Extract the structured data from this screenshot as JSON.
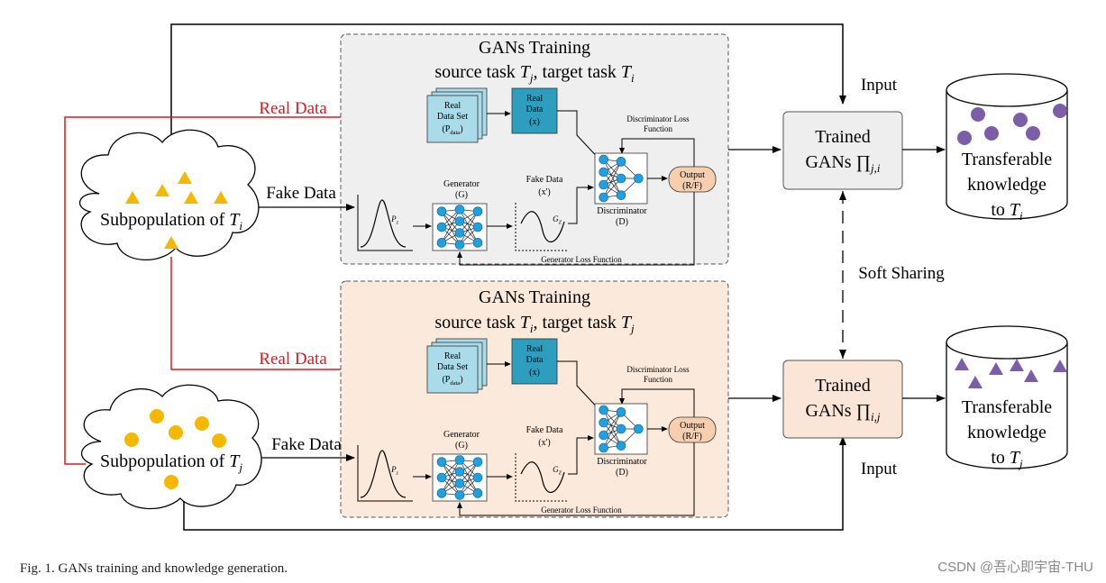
{
  "top_panel": {
    "title": "GANs Training",
    "subtitle_prefix": "source task ",
    "subtitle_src": "T",
    "subtitle_src_sub": "j",
    "subtitle_mid": ", target task ",
    "subtitle_tgt": "T",
    "subtitle_tgt_sub": "i",
    "bg_color": "#efefef"
  },
  "bottom_panel": {
    "title": "GANs Training",
    "subtitle_prefix": "source task ",
    "subtitle_src": "T",
    "subtitle_src_sub": "i",
    "subtitle_mid": ", target task ",
    "subtitle_tgt": "T",
    "subtitle_tgt_sub": "j",
    "bg_color": "#fbe9dc"
  },
  "labels": {
    "real_data": "Real Data",
    "fake_data": "Fake Data",
    "input": "Input",
    "soft_sharing": "Soft Sharing",
    "real_data_set_l1": "Real",
    "real_data_set_l2": "Data Set",
    "real_data_set_l3": "(P",
    "real_data_set_sub": "data",
    "real_data_set_l3_end": ")",
    "real_data_x_l1": "Real",
    "real_data_x_l2": "Data",
    "real_data_x_l3": "(x)",
    "generator": "Generator",
    "generator_g": "(G)",
    "fake_data_x": "Fake Data",
    "fake_data_xp": "(x')",
    "discriminator": "Discriminator",
    "discriminator_d": "(D)",
    "disc_loss_l1": "Discriminator Loss",
    "disc_loss_l2": "Function",
    "gen_loss": "Generator Loss Function",
    "output_l1": "Output",
    "output_l2": "(R/F)",
    "pz": "P",
    "pz_sub": "z",
    "gz": "G",
    "gz_sub": "Z"
  },
  "subpop_i": {
    "prefix": "Subpopulation of ",
    "t": "T",
    "sub": "i"
  },
  "subpop_j": {
    "prefix": "Subpopulation of ",
    "t": "T",
    "sub": "j"
  },
  "trained_top": {
    "l1": "Trained",
    "l2": "GANs ",
    "prod": "∏",
    "sub": "j,i"
  },
  "trained_bottom": {
    "l1": "Trained",
    "l2": "GANs ",
    "prod": "∏",
    "sub": "i,j"
  },
  "knowledge_top": {
    "l1": "Transferable",
    "l2": "knowledge",
    "l3": "to ",
    "t": "T",
    "sub": "i"
  },
  "knowledge_bottom": {
    "l1": "Transferable",
    "l2": "knowledge",
    "l3": "to ",
    "t": "T",
    "sub": "j"
  },
  "caption": "Fig. 1.    GANs training and knowledge generation.",
  "watermark": "CSDN @吾心即宇宙-THU",
  "colors": {
    "red_line": "#e0191e",
    "triangle_fill": "#f5b800",
    "circle_fill": "#f5b800",
    "knowledge_shape": "#7b5ea7",
    "box_light_blue": "#a9dbe8",
    "box_teal": "#2d9ebd",
    "node_blue": "#1fa0e0",
    "output_fill": "#f7cfae",
    "trained_top_fill": "#eeeeee",
    "trained_bottom_fill": "#fbe5d6"
  }
}
